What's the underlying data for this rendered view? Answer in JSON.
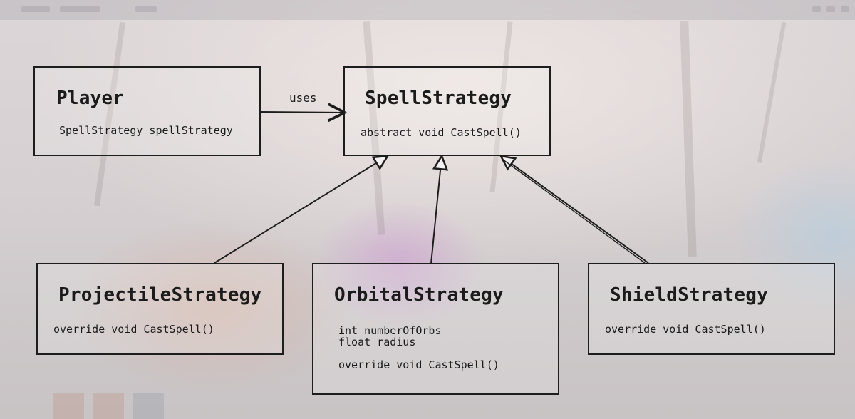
{
  "diagram": {
    "edges": [
      {
        "from": "Player",
        "to": "SpellStrategy",
        "label": "uses",
        "kind": "association"
      },
      {
        "from": "ProjectileStrategy",
        "to": "SpellStrategy",
        "kind": "inheritance"
      },
      {
        "from": "OrbitalStrategy",
        "to": "SpellStrategy",
        "kind": "inheritance"
      },
      {
        "from": "ShieldStrategy",
        "to": "SpellStrategy",
        "kind": "inheritance"
      }
    ],
    "player": {
      "name": "Player",
      "members": [
        "SpellStrategy spellStrategy"
      ]
    },
    "spell_strategy": {
      "name": "SpellStrategy",
      "members": [
        "abstract void CastSpell()"
      ]
    },
    "projectile_strategy": {
      "name": "ProjectileStrategy",
      "members": [
        "override void CastSpell()"
      ]
    },
    "orbital_strategy": {
      "name": "OrbitalStrategy",
      "members": [
        "int numberOfOrbs",
        "float radius",
        "override void CastSpell()"
      ]
    },
    "shield_strategy": {
      "name": "ShieldStrategy",
      "members": [
        "override void CastSpell()"
      ]
    }
  }
}
